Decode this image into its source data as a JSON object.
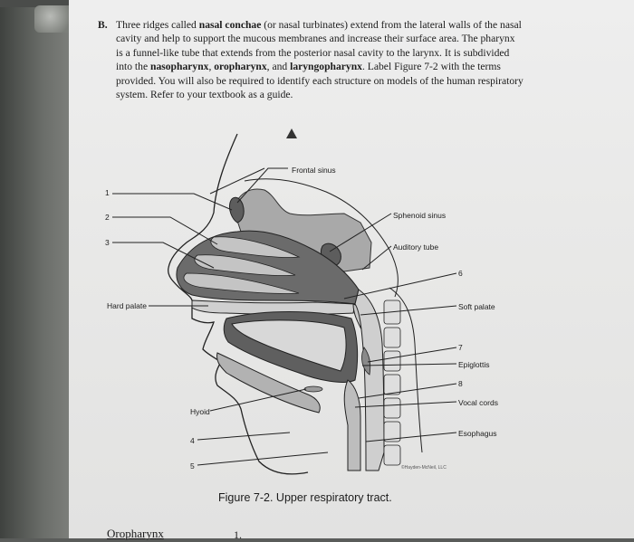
{
  "section": {
    "letter": "B.",
    "line1": "Three ridges called ",
    "b1": "nasal conchae",
    "line1b": " (or nasal turbinates) extend from the lateral walls of the nasal cavity and help to support the mucous membranes and increase their surface area. The pharynx is a funnel-like tube that extends from the posterior nasal cavity to the larynx. It is subdivided into the ",
    "b2": "nasopharynx",
    "sep1": ", ",
    "b3": "oropharynx",
    "sep2": ", and ",
    "b4": "laryngopharynx",
    "line_end": ". Label Figure 7-2 with the terms provided. You will also be required to identify each structure on models of the human respiratory system. Refer to your textbook as a guide."
  },
  "figure": {
    "labels": {
      "frontal_sinus": "Frontal sinus",
      "sphenoid_sinus": "Sphenoid sinus",
      "auditory_tube": "Auditory tube",
      "hard_palate": "Hard palate",
      "soft_palate": "Soft palate",
      "epiglottis": "Epiglottis",
      "vocal_cords": "Vocal cords",
      "hyoid": "Hyoid",
      "esophagus": "Esophagus"
    },
    "numbers": {
      "n1": "1",
      "n2": "2",
      "n3": "3",
      "n4": "4",
      "n5": "5",
      "n6": "6",
      "n7": "7",
      "n8": "8"
    },
    "copyright": "©Hayden-McNeil, LLC",
    "caption": "Figure 7-2. Upper respiratory tract."
  },
  "bottom": {
    "word": "Oropharynx",
    "num": "1."
  },
  "colors": {
    "page": "#ececec",
    "tissue_dark": "#6f6f6f",
    "tissue_mid": "#a7a7a7",
    "tissue_light": "#d2d2d2",
    "line": "#222222"
  }
}
